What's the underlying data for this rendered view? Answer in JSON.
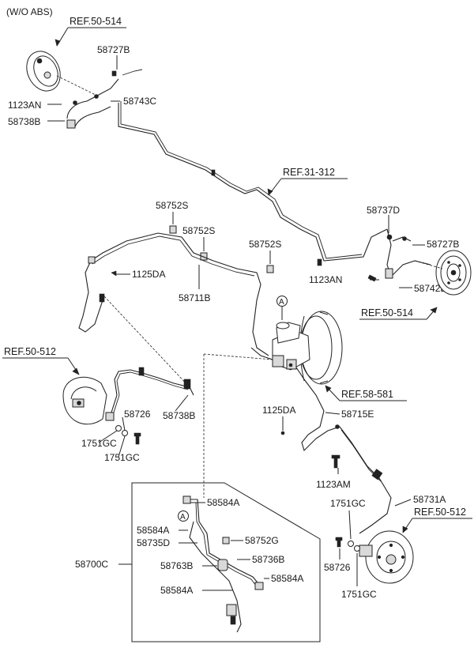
{
  "header": {
    "variant_label": "(W/O ABS)"
  },
  "refs": {
    "ref_50_514_top": "REF.50-514",
    "ref_31_312": "REF.31-312",
    "ref_50_514_right": "REF.50-514",
    "ref_50_512_left": "REF.50-512",
    "ref_58_581": "REF.58-581",
    "ref_50_512_right": "REF.50-512"
  },
  "parts": {
    "p_58727b_top": "58727B",
    "p_1123an_top": "1123AN",
    "p_58743c": "58743C",
    "p_58738b_top": "58738B",
    "p_58752s_1": "58752S",
    "p_58752s_2": "58752S",
    "p_58752s_3": "58752S",
    "p_58737d": "58737D",
    "p_58727b_right": "58727B",
    "p_1123an_right": "1123AN",
    "p_58742b": "58742B",
    "p_1125da_top": "1125DA",
    "p_58711b": "58711B",
    "p_58738b_mid": "58738B",
    "p_58726_left": "58726",
    "p_1751gc_left1": "1751GC",
    "p_1751gc_left2": "1751GC",
    "p_1125da_mid": "1125DA",
    "p_58715e": "58715E",
    "p_1123am": "1123AM",
    "p_58731a": "58731A",
    "p_1751gc_right1": "1751GC",
    "p_58726_right": "58726",
    "p_1751gc_right2": "1751GC",
    "p_58700c": "58700C",
    "p_58584a_1": "58584A",
    "p_58584a_2": "58584A",
    "p_58735d": "58735D",
    "p_58752g": "58752G",
    "p_58763b": "58763B",
    "p_58736b": "58736B",
    "p_58584a_3": "58584A",
    "p_58584a_4": "58584A"
  },
  "markers": {
    "a_top": "A",
    "a_inset": "A"
  }
}
